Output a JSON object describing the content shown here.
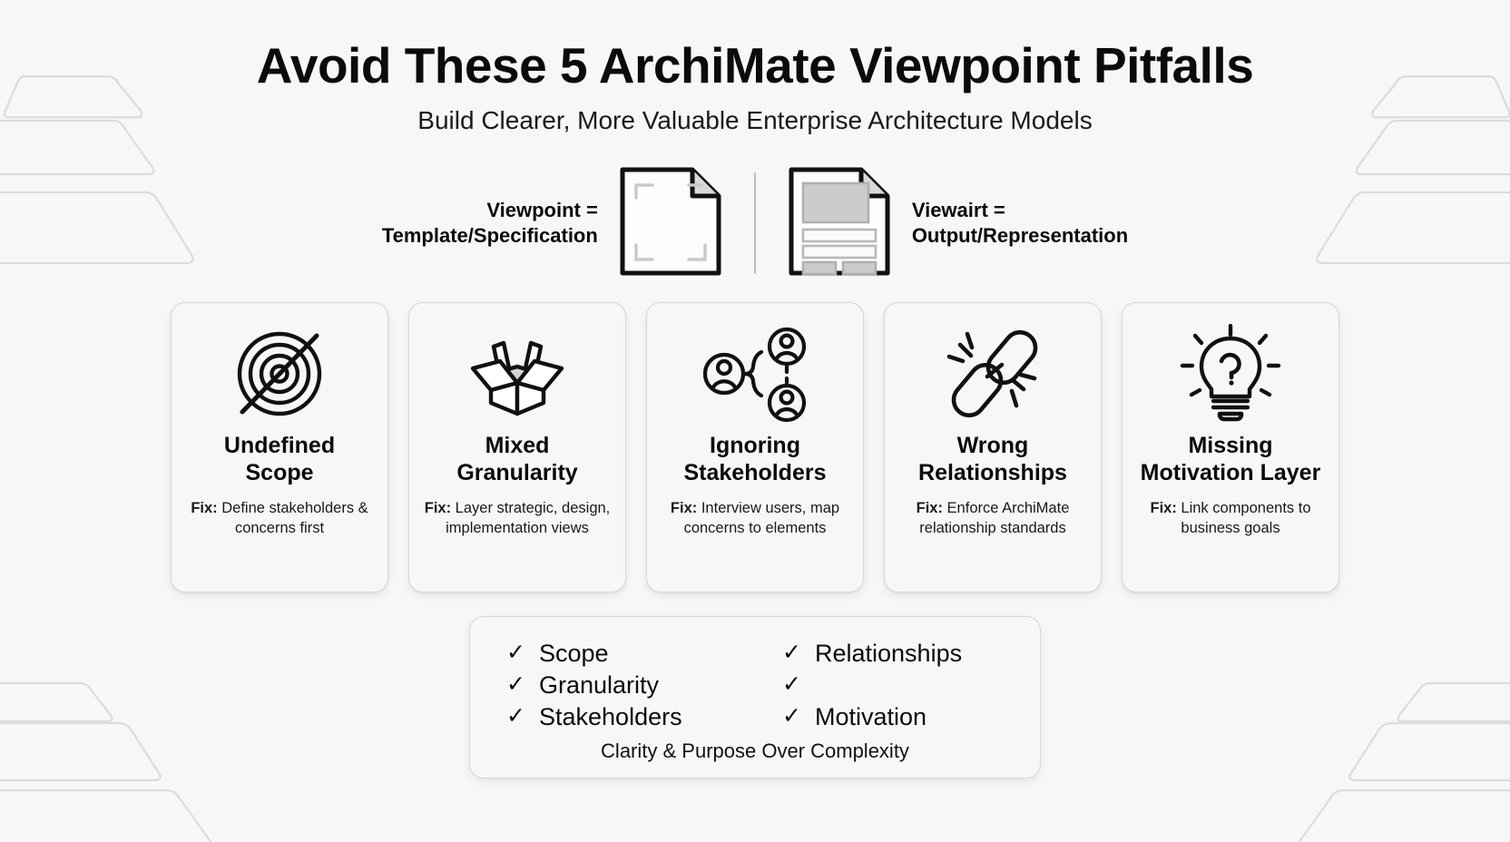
{
  "header": {
    "title": "Avoid These 5 ArchiMate Viewpoint Pitfalls",
    "subtitle": "Build Clearer, More Valuable Enterprise Architecture Models"
  },
  "definitions": {
    "left": {
      "line1": "Viewpoint =",
      "line2": "Template/Specification",
      "icon": "blank-document-icon"
    },
    "right": {
      "line1": "Viewairt =",
      "line2": "Output/Representation",
      "icon": "filled-document-icon"
    }
  },
  "cards": [
    {
      "icon": "crossed-out-target-icon",
      "title_line1": "Undefined",
      "title_line2": "Scope",
      "fix_label": "Fix:",
      "fix_text": " Define stakeholders & concerns first"
    },
    {
      "icon": "open-box-icon",
      "title_line1": "Mixed",
      "title_line2": "Granularity",
      "fix_label": "Fix:",
      "fix_text": " Layer strategic, design, implementation views"
    },
    {
      "icon": "stakeholder-network-icon",
      "title_line1": "Ignoring",
      "title_line2": "Stakeholders",
      "fix_label": "Fix:",
      "fix_text": " Interview users, map concerns to elements"
    },
    {
      "icon": "broken-chain-link-icon",
      "title_line1": "Wrong",
      "title_line2": "Relationships",
      "fix_label": "Fix:",
      "fix_text": " Enforce ArchiMate relationship standards"
    },
    {
      "icon": "question-lightbulb-icon",
      "title_line1": "Missing",
      "title_line2": "Motivation Layer",
      "fix_label": "Fix:",
      "fix_text": " Link components to business goals"
    }
  ],
  "checklist": {
    "mark": "✓",
    "left_items": [
      "Scope",
      "Granularity",
      "Stakeholders"
    ],
    "right_items": [
      "Relationships",
      "",
      "Motivation"
    ],
    "footer": "Clarity & Purpose Over Complexity"
  },
  "colors": {
    "background": "#f7f7f7",
    "ink": "#0b0b0b",
    "card_border": "#d6d6d6",
    "decor_line": "#dcdcdc",
    "doc_fill_gray": "#cccccc"
  }
}
